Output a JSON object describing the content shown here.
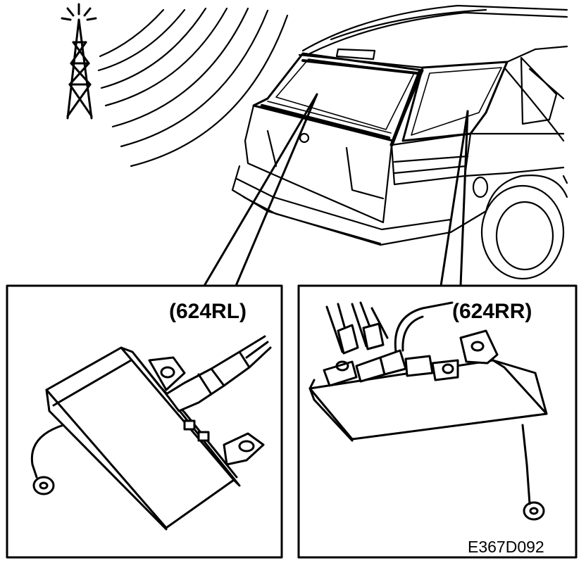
{
  "labels": {
    "left_module": "(624RL)",
    "right_module": "(624RR)",
    "figure_code": "E367D092"
  },
  "colors": {
    "ink": "#000000",
    "paper": "#ffffff"
  }
}
